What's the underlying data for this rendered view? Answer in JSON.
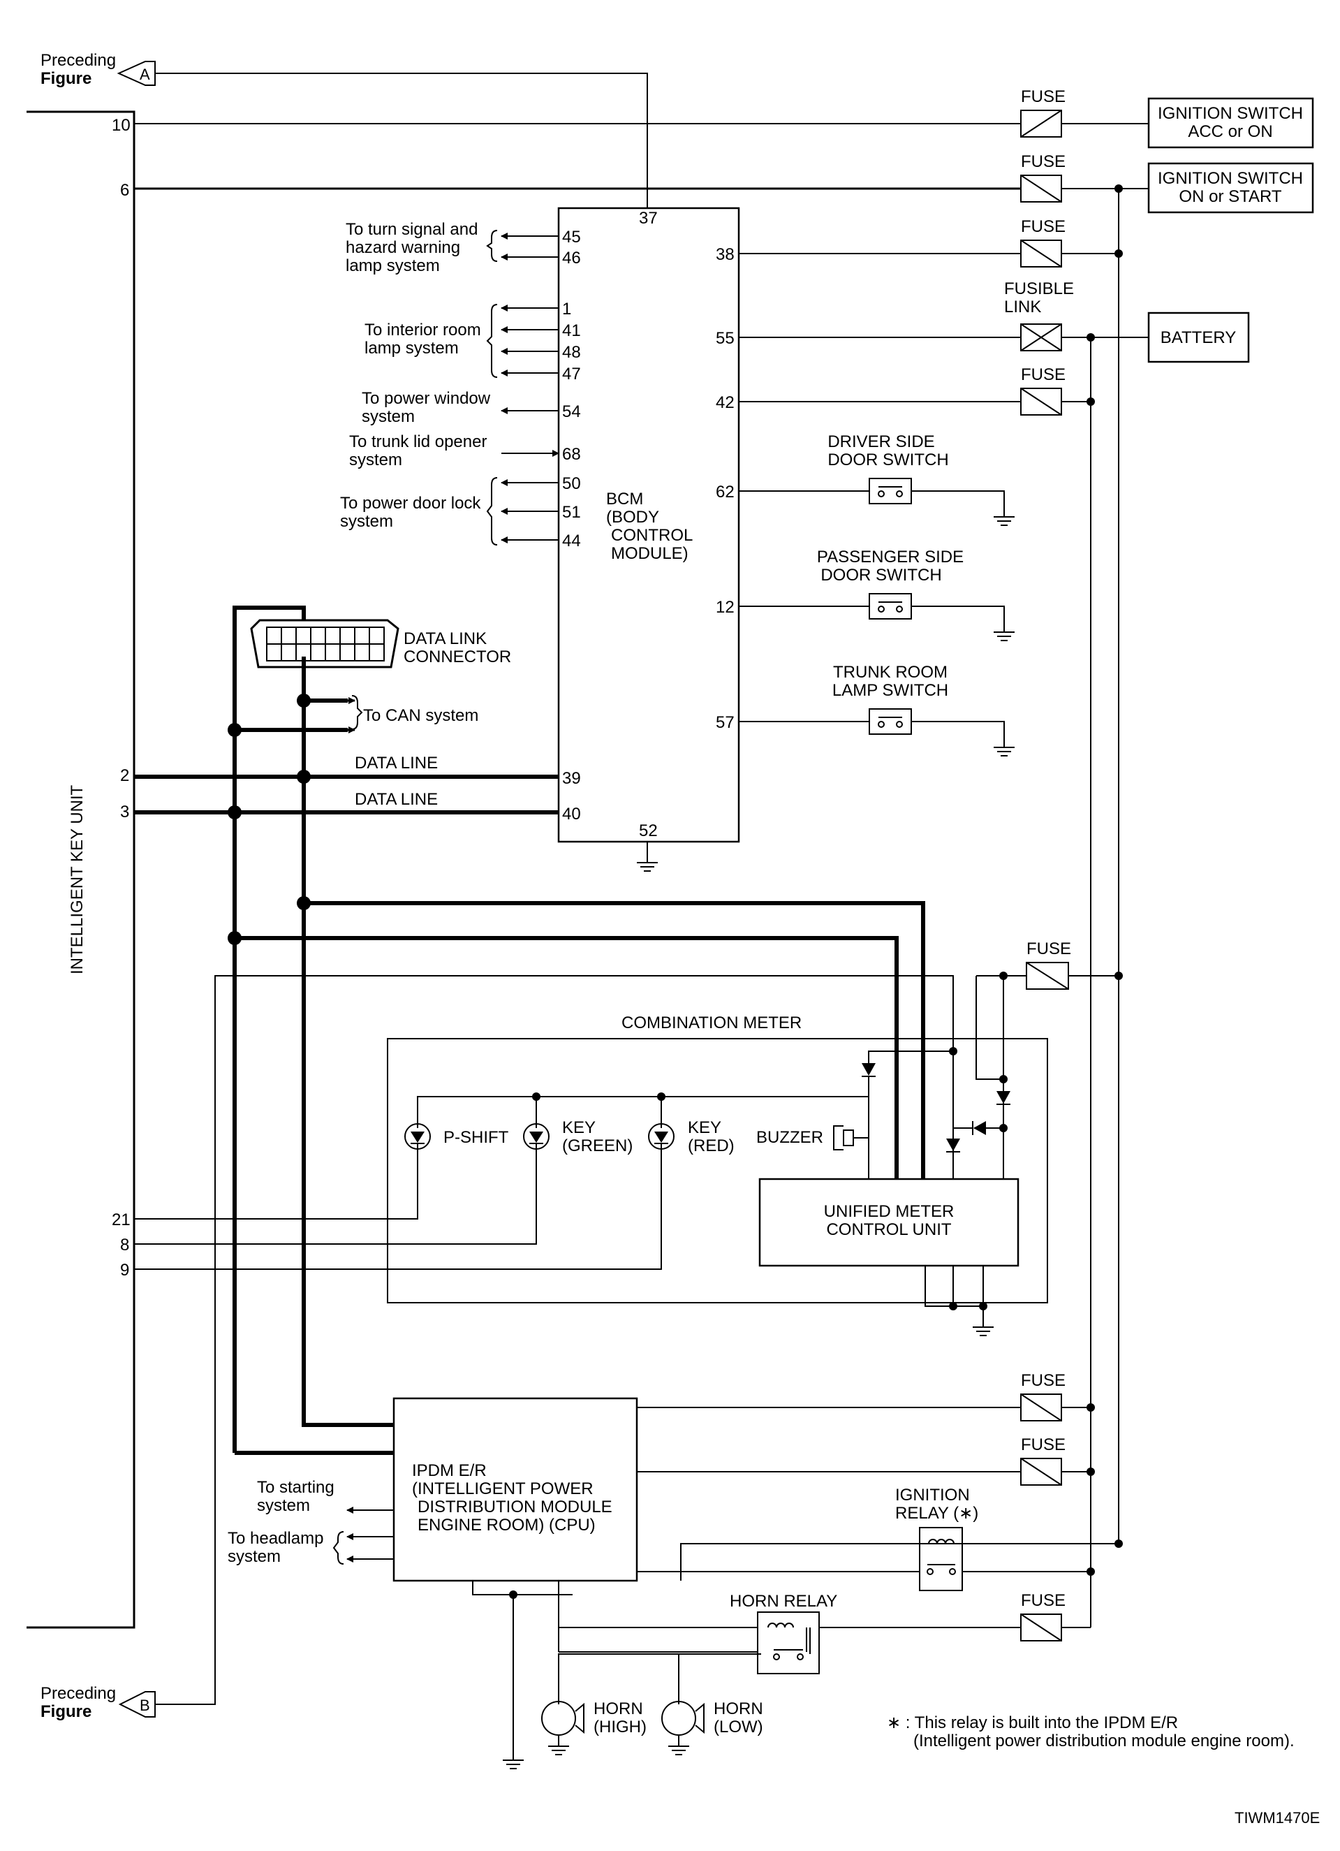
{
  "preceding": {
    "line1": "Preceding",
    "line2": "Figure",
    "a": "A",
    "b": "B"
  },
  "key_unit": {
    "label": "INTELLIGENT KEY UNIT",
    "pins": {
      "p10": "10",
      "p6": "6",
      "p2": "2",
      "p3": "3",
      "p21": "21",
      "p8": "8",
      "p9": "9"
    }
  },
  "bcm": {
    "name": [
      "BCM",
      "(BODY",
      "CONTROL",
      "MODULE)"
    ],
    "pins": {
      "p37": "37",
      "p45": "45",
      "p46": "46",
      "p1": "1",
      "p41": "41",
      "p48": "48",
      "p47": "47",
      "p54": "54",
      "p68": "68",
      "p50": "50",
      "p51": "51",
      "p44": "44",
      "p39": "39",
      "p40": "40",
      "p52": "52",
      "p38": "38",
      "p55": "55",
      "p42": "42",
      "p62": "62",
      "p12": "12",
      "p57": "57"
    }
  },
  "bcm_outputs": {
    "turn": [
      "To turn signal and",
      "hazard warning",
      "lamp system"
    ],
    "interior": [
      "To interior room",
      "lamp system"
    ],
    "window": [
      "To power window",
      "system"
    ],
    "trunk": [
      "To trunk lid opener",
      "system"
    ],
    "door": [
      "To power door lock",
      "system"
    ]
  },
  "power": {
    "fuse": "FUSE",
    "fusible": [
      "FUSIBLE",
      "LINK"
    ],
    "ign1": [
      "IGNITION SWITCH",
      "ACC or ON"
    ],
    "ign2": [
      "IGNITION SWITCH",
      "ON or START"
    ],
    "battery": "BATTERY"
  },
  "switches": {
    "driver": [
      "DRIVER SIDE",
      "DOOR SWITCH"
    ],
    "passenger": [
      "PASSENGER SIDE",
      "DOOR SWITCH"
    ],
    "trunk": [
      "TRUNK ROOM",
      "LAMP SWITCH"
    ]
  },
  "dlc": {
    "name": [
      "DATA LINK",
      "CONNECTOR"
    ],
    "can": "To CAN system",
    "data_line": "DATA LINE"
  },
  "meter": {
    "title": "COMBINATION METER",
    "pshift": "P-SHIFT",
    "key_green": [
      "KEY",
      "(GREEN)"
    ],
    "key_red": [
      "KEY",
      "(RED)"
    ],
    "buzzer": "BUZZER",
    "unit": [
      "UNIFIED METER",
      "CONTROL UNIT"
    ]
  },
  "ipdm": {
    "name": [
      "IPDM E/R",
      "(INTELLIGENT POWER",
      "DISTRIBUTION MODULE",
      "ENGINE ROOM) (CPU)"
    ],
    "starting": [
      "To starting",
      "system"
    ],
    "headlamp": [
      "To headlamp",
      "system"
    ],
    "ign_relay": [
      "IGNITION",
      "RELAY (∗)"
    ],
    "horn_relay": "HORN RELAY",
    "horn_high": [
      "HORN",
      "(HIGH)"
    ],
    "horn_low": [
      "HORN",
      "(LOW)"
    ]
  },
  "note": [
    "∗ : This relay is built into the IPDM E/R",
    "(Intelligent power distribution module engine room)."
  ],
  "figure_id": "TIWM1470E"
}
